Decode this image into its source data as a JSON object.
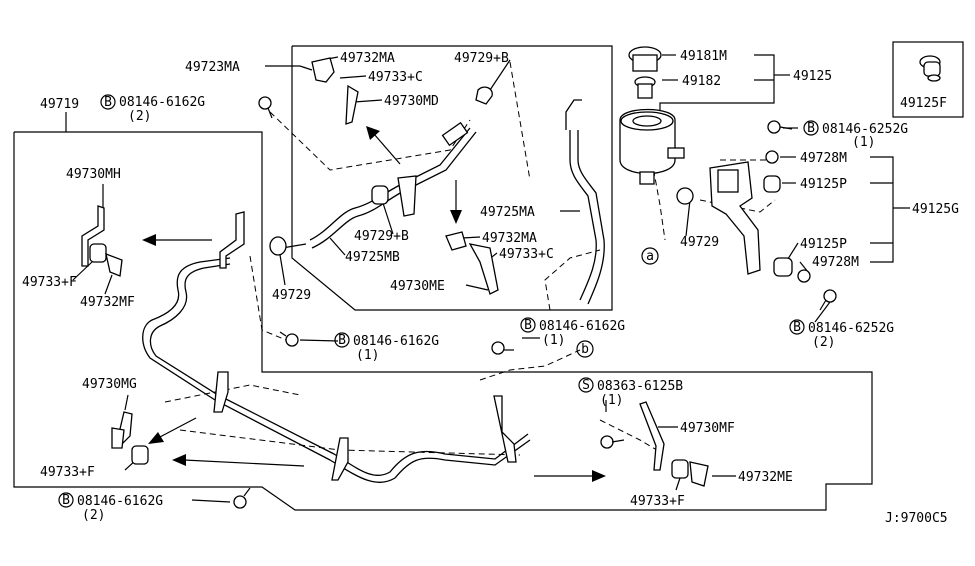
{
  "diagram": {
    "footer_code": "J:9700C5",
    "circle_refs": [
      "a",
      "b"
    ],
    "labels": {
      "p49723MA": "49723MA",
      "p49732MA_top": "49732MA",
      "p49733C_top": "49733+C",
      "p49730MD": "49730MD",
      "p49729B_top": "49729+B",
      "p49719": "49719",
      "bolt_top_left": "08146-6162G",
      "bolt_top_left_qty": "(2)",
      "p49730MH": "49730MH",
      "p49733F_left": "49733+F",
      "p49732MF": "49732MF",
      "p49729B_mid": "49729+B",
      "p49725MB": "49725MB",
      "p49732MA_mid": "49732MA",
      "p49733C_mid": "49733+C",
      "p49725MA": "49725MA",
      "p49730ME": "49730ME",
      "p49729_left": "49729",
      "bolt_mid_left": "08146-6162G",
      "bolt_mid_left_qty": "(1)",
      "bolt_mid_right": "08146-6162G",
      "bolt_mid_right_qty": "(1)",
      "p49181M": "49181M",
      "p49182": "49182",
      "p49125": "49125",
      "p49125F": "49125F",
      "bolt_right_top": "08146-6252G",
      "bolt_right_top_qty": "(1)",
      "p49728M_top": "49728M",
      "p49125P_top": "49125P",
      "p49125G": "49125G",
      "p49729_right": "49729",
      "p49125P_bot": "49125P",
      "p49728M_bot": "49728M",
      "bolt_right_bot": "08146-6252G",
      "bolt_right_bot_qty": "(2)",
      "p49730MG": "49730MG",
      "p49733F_low": "49733+F",
      "bolt_bottom_left": "08146-6162G",
      "bolt_bottom_left_qty": "(2)",
      "screw_s": "08363-6125B",
      "screw_s_qty": "(1)",
      "p49730MF": "49730MF",
      "p49732ME": "49732ME",
      "p49733F_right": "49733+F"
    },
    "prefix_b": "B",
    "prefix_s": "S"
  }
}
